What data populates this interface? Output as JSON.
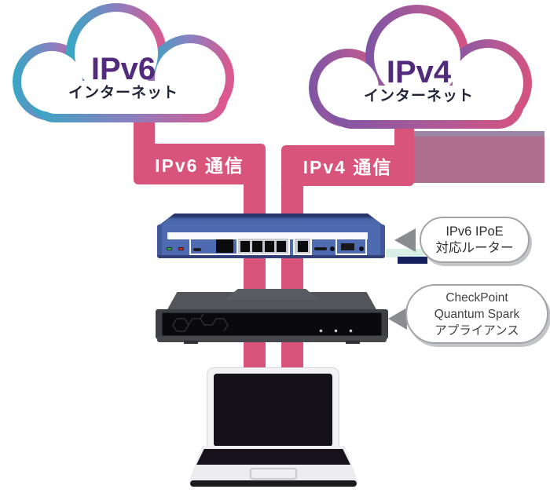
{
  "diagram": {
    "clouds": {
      "ipv6": {
        "title": "IPv6",
        "subtitle": "インターネット"
      },
      "ipv4": {
        "title": "IPv4",
        "subtitle": "インターネット"
      }
    },
    "bands": {
      "ipv6_label": "IPv6 通信",
      "ipv4_label": "IPv4 通信"
    },
    "callouts": {
      "router": {
        "line1": "IPv6 IPoE",
        "line2": "対応ルーター"
      },
      "appliance": {
        "line1": "CheckPoint",
        "line2": "Quantum Spark",
        "line3": "アプライアンス"
      }
    },
    "icons": {
      "callout_arrow": "left-pointing-triangle"
    },
    "colors": {
      "band_pink": "#d9547b",
      "band_text": "#ffffff",
      "mauve_band": "#ad6f8d",
      "cloud_ipv6_gradient": [
        "#35a8c5",
        "#8a7fc0",
        "#e0568c"
      ],
      "cloud_ipv4_gradient": [
        "#7d54a4",
        "#ae5a98",
        "#d5537f"
      ],
      "cloud_title_purple": "#522b7d",
      "cloud_subtitle_navy": "#23233a",
      "router_blue": "#4e6bb2",
      "appliance_gray": "#3e3f44",
      "callout_border_gray": "#a2a4a9",
      "callout_arrow_gray": "#8a8c90"
    }
  }
}
